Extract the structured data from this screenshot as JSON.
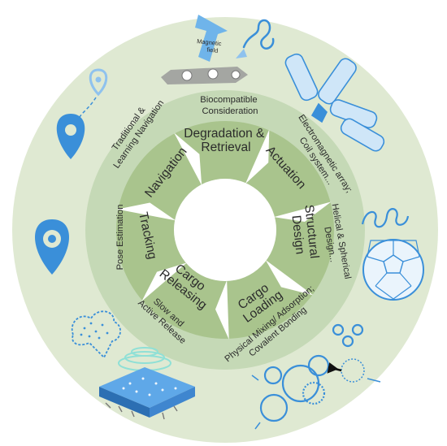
{
  "colors": {
    "outer_disc": "#dfe9d2",
    "middle_ring": "#c5d9b6",
    "inner_ring": "#a9c48d",
    "segment_divider": "#ffffff",
    "icon_blue": "#3a8fd9",
    "icon_light_blue": "#8fc2ee"
  },
  "segments": [
    {
      "label_lines": [
        "Degradation &",
        "Retrieval"
      ]
    },
    {
      "label_lines": [
        "Actuation"
      ]
    },
    {
      "label_lines": [
        "Structural",
        "Design"
      ]
    },
    {
      "label_lines": [
        "Cargo",
        "Loading"
      ]
    },
    {
      "label_lines": [
        "Cargo",
        "Releasing"
      ]
    },
    {
      "label_lines": [
        "Tracking"
      ]
    },
    {
      "label_lines": [
        "Navigation"
      ]
    }
  ],
  "outer_labels": [
    {
      "lines": [
        "Biocompatible",
        "Consideration"
      ]
    },
    {
      "lines": [
        "Electromagnetic array;",
        "Coil system..."
      ]
    },
    {
      "lines": [
        "Helical & Spherical",
        "Design..."
      ]
    },
    {
      "lines": [
        "Physical Mixing/ Adsorption;",
        "Covalent Bonding"
      ]
    },
    {
      "lines": [
        "Slow and",
        "Active Release"
      ]
    },
    {
      "lines": [
        "Pose Estimation"
      ]
    },
    {
      "lines": [
        "Traditional &",
        "Learning Navigation"
      ]
    }
  ],
  "callouts": {
    "magnetic_field": "Magnetic\nfield"
  },
  "icons": [
    "magnetic-field-robot-icon",
    "helix-icon",
    "microtube-chain-icon",
    "location-pin-small-icon",
    "location-pin-large-icon",
    "fullerene-sphere-icon",
    "vesicle-cargo-icon",
    "drug-release-scaffold-icon",
    "cloud-particles-icon"
  ]
}
